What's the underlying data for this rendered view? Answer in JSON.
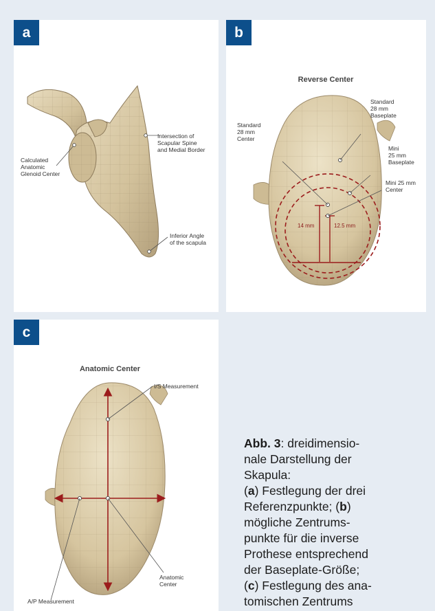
{
  "panels": {
    "a": {
      "label": "a",
      "annotations": {
        "calculated": [
          "Calculated",
          "Anatomic",
          "Glenoid Center"
        ],
        "intersection": [
          "Intersection of",
          "Scapular Spine",
          "and Medial Border"
        ],
        "inferior": [
          "Inferior Angle",
          "of the scapula"
        ]
      }
    },
    "b": {
      "label": "b",
      "title": "Reverse Center",
      "annotations": {
        "standard_baseplate": [
          "Standard",
          "28 mm",
          "Baseplate"
        ],
        "standard_center": [
          "Standard",
          "28 mm",
          "Center"
        ],
        "mini_baseplate": [
          "Mini",
          "25 mm",
          "Baseplate"
        ],
        "mini_center": [
          "Mini 25 mm",
          "Center"
        ]
      },
      "measurements": {
        "left": "14 mm",
        "right": "12.5 mm"
      }
    },
    "c": {
      "label": "c",
      "title": "Anatomic Center",
      "annotations": {
        "is_measurement": "I/S Measurement",
        "anatomic_center": [
          "Anatomic",
          "Center"
        ],
        "ap_measurement": "A/P Measurement"
      }
    }
  },
  "caption": {
    "prefix": "Abb. 3",
    "lines": {
      "l1": ": dreidimensio-",
      "l2": "nale Darstellung der",
      "l3": "Skapula:",
      "l4_open": "(",
      "l4_letter": "a",
      "l4_rest": ") Festlegung der drei",
      "l5_a": "Referenzpunkte; (",
      "l5_letter": "b",
      "l5_close": ")",
      "l6": "mögliche Zentrums-",
      "l7": "punkte für die inverse",
      "l8": "Prothese entsprechend",
      "l9": "der Baseplate-Größe;",
      "l10_open": "(",
      "l10_letter": "c",
      "l10_rest": ") Festlegung des ana-",
      "l11": "tomischen Zentrums"
    }
  },
  "colors": {
    "background": "#e6ecf3",
    "label_bg": "#0d4f8b",
    "bone": "#d8c9a6",
    "bone_shadow": "#a8977a",
    "measure_red": "#9b1c1c"
  }
}
